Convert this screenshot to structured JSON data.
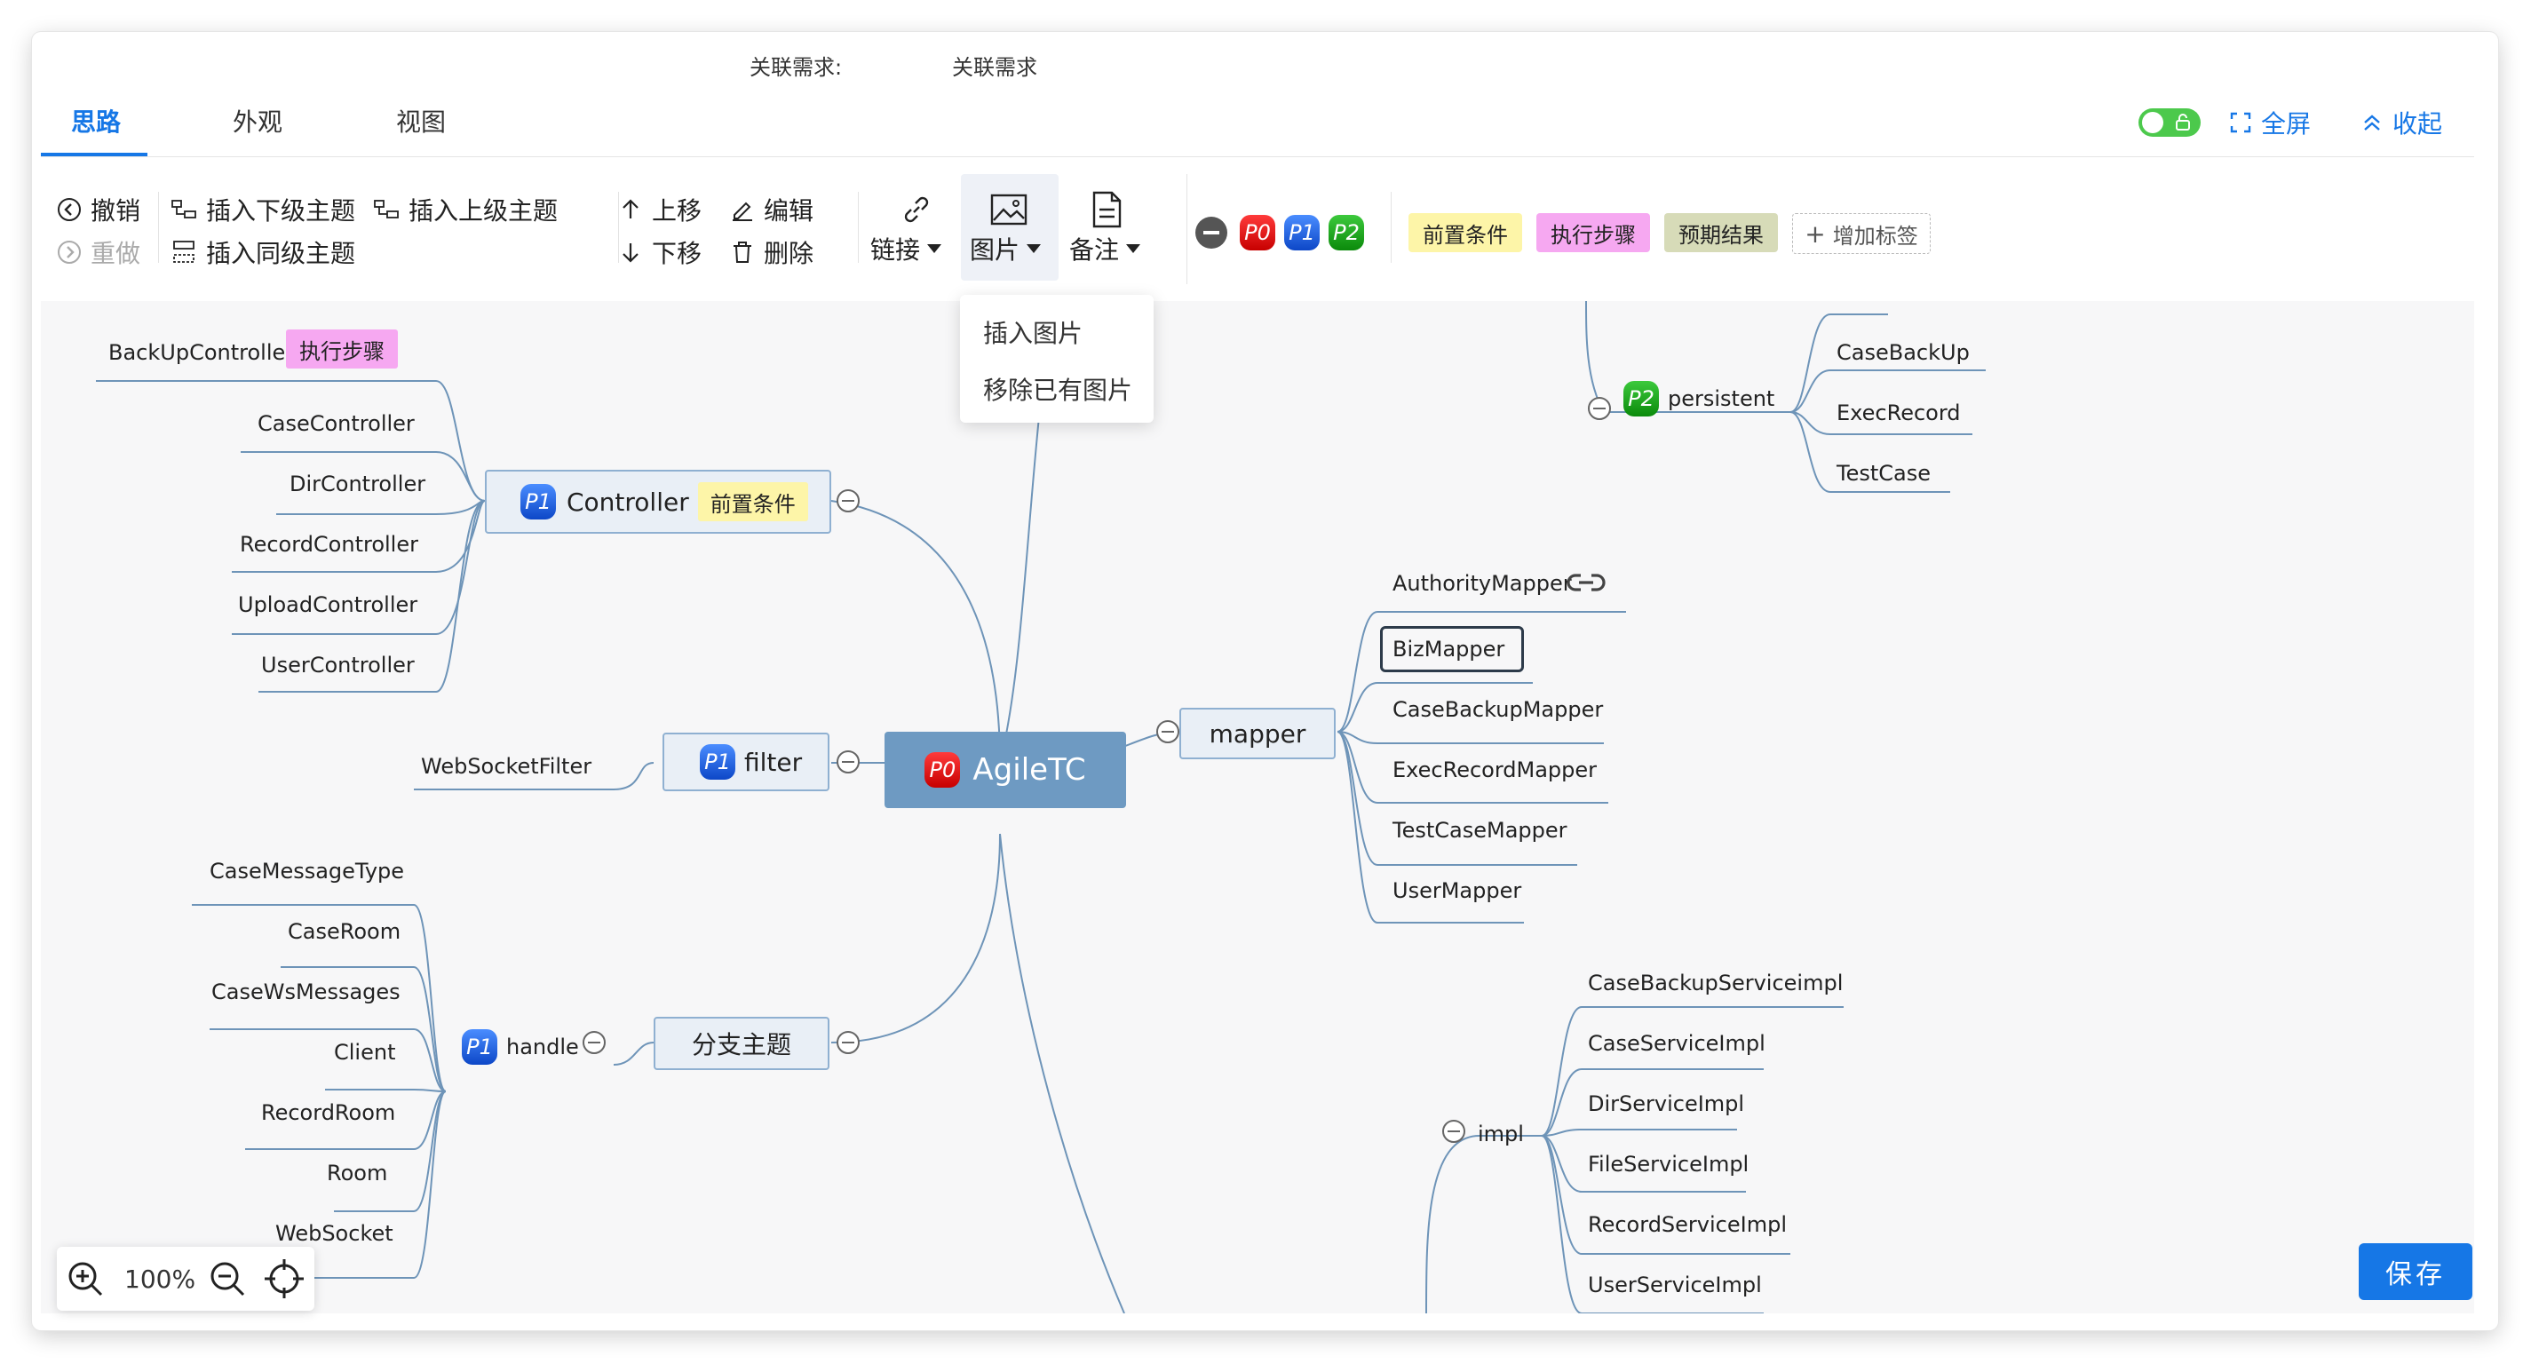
{
  "header": {
    "linked_req_label": "关联需求:",
    "linked_req_value": "关联需求"
  },
  "tabs": [
    {
      "label": "思路",
      "active": true
    },
    {
      "label": "外观",
      "active": false
    },
    {
      "label": "视图",
      "active": false
    }
  ],
  "header_actions": {
    "lock_toggle": "on",
    "fullscreen_label": "全屏",
    "collapse_label": "收起"
  },
  "toolbar": {
    "undo": "撤销",
    "redo": "重做",
    "insert_child": "插入下级主题",
    "insert_parent": "插入上级主题",
    "insert_sibling": "插入同级主题",
    "move_up": "上移",
    "move_down": "下移",
    "edit": "编辑",
    "delete": "删除",
    "link": "链接",
    "image": "图片",
    "note": "备注",
    "priorities": [
      "P0",
      "P1",
      "P2"
    ],
    "tags": [
      {
        "label": "前置条件",
        "color": "#fdf5a8"
      },
      {
        "label": "执行步骤",
        "color": "#f6a8f1"
      },
      {
        "label": "预期结果",
        "color": "#d7dbb8"
      }
    ],
    "add_tag": "增加标签"
  },
  "image_menu": {
    "items": [
      "插入图片",
      "移除已有图片"
    ]
  },
  "mindmap": {
    "root": {
      "label": "AgileTC",
      "priority": "P0"
    },
    "controller": {
      "label": "Controller",
      "priority": "P1",
      "tag": "前置条件",
      "children": [
        "BackUpController",
        "CaseController",
        "DirController",
        "RecordController",
        "UploadController",
        "UserController"
      ],
      "first_child_tag": "执行步骤"
    },
    "filter": {
      "label": "filter",
      "priority": "P1",
      "children": [
        "WebSocketFilter"
      ]
    },
    "branch": {
      "label": "分支主题"
    },
    "handle": {
      "label": "handle",
      "priority": "P1",
      "children": [
        "CaseMessageType",
        "CaseRoom",
        "CaseWsMessages",
        "Client",
        "RecordRoom",
        "Room",
        "WebSocket"
      ]
    },
    "persistent": {
      "label": "persistent",
      "priority": "P2",
      "children": [
        "CaseBackUp",
        "ExecRecord",
        "TestCase"
      ]
    },
    "mapper": {
      "label": "mapper",
      "children": [
        "AuthorityMapper",
        "BizMapper",
        "CaseBackupMapper",
        "ExecRecordMapper",
        "TestCaseMapper",
        "UserMapper"
      ]
    },
    "impl": {
      "label": "impl",
      "children": [
        "CaseBackupServiceimpl",
        "CaseServiceImpl",
        "DirServiceImpl",
        "FileServiceImpl",
        "RecordServiceImpl",
        "UserServiceImpl"
      ]
    }
  },
  "zoom": {
    "value": "100%"
  },
  "save_label": "保存"
}
